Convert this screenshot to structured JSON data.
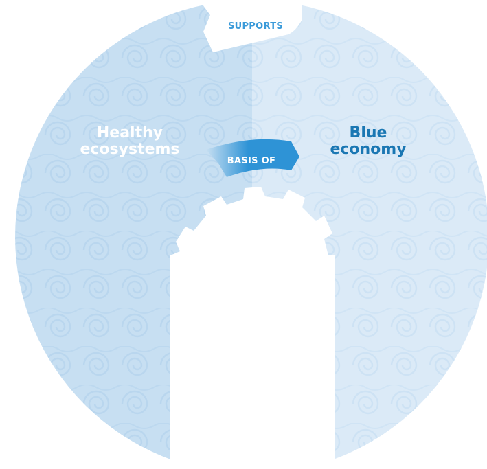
{
  "diagram": {
    "left_label": {
      "line1": "Healthy",
      "line2": "ecosystems"
    },
    "right_label": {
      "line1": "Blue",
      "line2": "economy"
    },
    "top_tag": "SUPPORTS",
    "center_tag": "BASIS OF"
  },
  "colors": {
    "left_fill": "#c7dff2",
    "right_fill": "#dbeaf7",
    "left_label_text": "#ffffff",
    "right_label_text": "#1a77b3",
    "accent_blue": "#2e93d6",
    "top_tag_text": "#3a9ad9",
    "center_tag_text": "#ffffff",
    "swirl_left": "#b9d6ee",
    "swirl_right": "#cde2f4"
  }
}
